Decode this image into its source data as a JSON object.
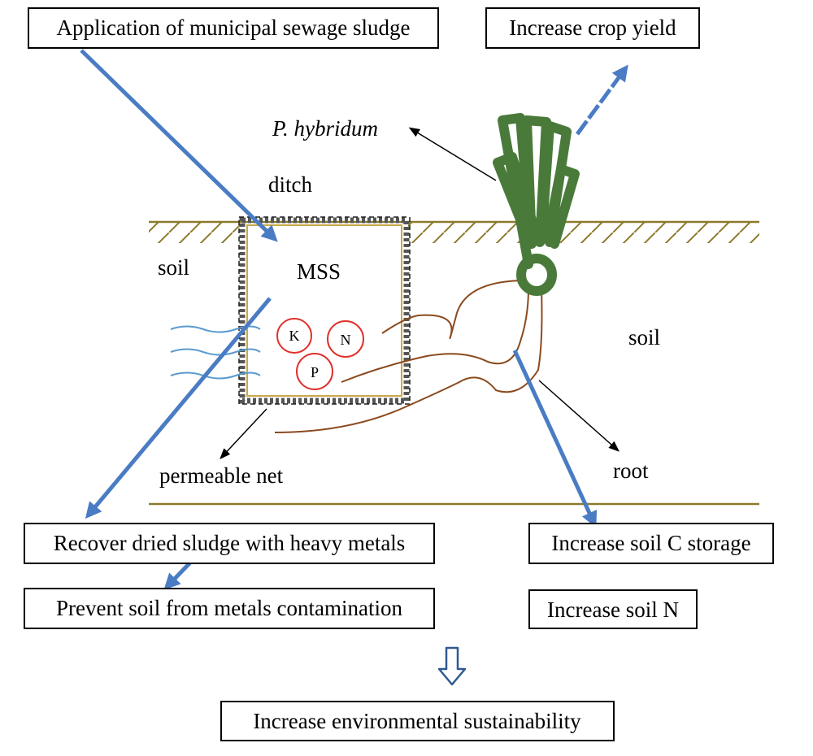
{
  "boxes": {
    "application": "Application of municipal sewage sludge",
    "crop_yield": "Increase crop yield",
    "recover": "Recover dried sludge with heavy metals",
    "soil_c": "Increase soil C storage",
    "prevent": "Prevent soil from metals contamination",
    "soil_n": "Increase soil N",
    "sustainability": "Increase environmental sustainability"
  },
  "labels": {
    "plant": "P. hybridum",
    "ditch": "ditch",
    "soil_left": "soil",
    "soil_right": "soil",
    "mss": "MSS",
    "net": "permeable net",
    "root": "root"
  },
  "nutrients": [
    "K",
    "N",
    "P"
  ],
  "colors": {
    "flow_arrow": "#4a7cc4",
    "ground": "#8b7a2a",
    "plant": "#4a7a3a",
    "root": "#8b4a1e",
    "nutrient": "#e0302b",
    "water": "#5a9ad0"
  }
}
